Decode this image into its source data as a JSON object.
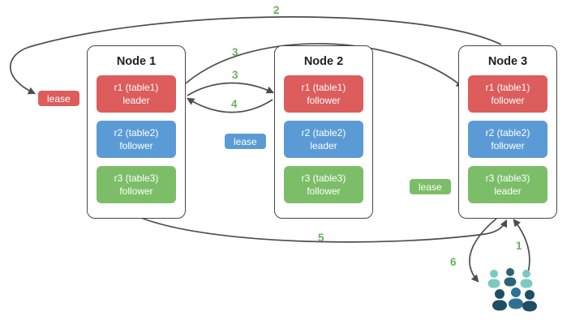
{
  "diagram": {
    "nodes": [
      {
        "title": "Node 1",
        "replicas": [
          {
            "name": "r1 (table1)",
            "role": "leader"
          },
          {
            "name": "r2 (table2)",
            "role": "follower"
          },
          {
            "name": "r3 (table3)",
            "role": "follower"
          }
        ]
      },
      {
        "title": "Node 2",
        "replicas": [
          {
            "name": "r1 (table1)",
            "role": "follower"
          },
          {
            "name": "r2 (table2)",
            "role": "leader"
          },
          {
            "name": "r3 (table3)",
            "role": "follower"
          }
        ]
      },
      {
        "title": "Node 3",
        "replicas": [
          {
            "name": "r1 (table1)",
            "role": "follower"
          },
          {
            "name": "r2 (table2)",
            "role": "follower"
          },
          {
            "name": "r3 (table3)",
            "role": "leader"
          }
        ]
      }
    ],
    "leases": [
      {
        "label": "lease",
        "color": "#dd5c5c"
      },
      {
        "label": "lease",
        "color": "#5b9bd5"
      },
      {
        "label": "lease",
        "color": "#7cbe68"
      }
    ],
    "step_labels": [
      "2",
      "3",
      "3",
      "4",
      "5",
      "6",
      "1"
    ],
    "icons": {
      "users": "users-icon"
    },
    "colors": {
      "replica_red": "#dd5c5c",
      "replica_blue": "#5b9bd5",
      "replica_green": "#7cbe68",
      "arrow": "#4d4d4d",
      "step_label": "#68b15c",
      "node_border": "#474747",
      "users_light_teal": "#7cc9c2",
      "users_dark_blue": "#1e4e63",
      "users_mid_teal": "#2d7293"
    }
  }
}
